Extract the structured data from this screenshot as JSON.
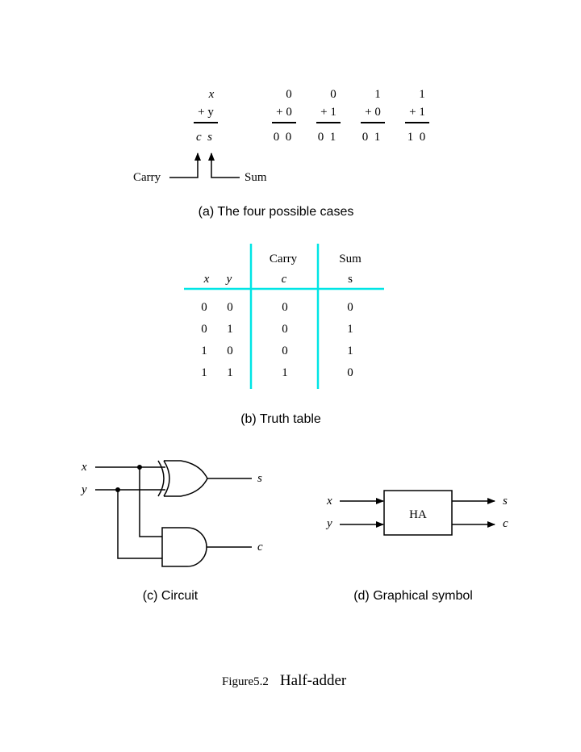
{
  "cases": {
    "x_label": "x",
    "y_label": "+ y",
    "cs_label": "c  s",
    "columns": [
      {
        "top": "0",
        "bottom": "+ 0",
        "result": "0  0"
      },
      {
        "top": "0",
        "bottom": "+ 1",
        "result": "0  1"
      },
      {
        "top": "1",
        "bottom": "+ 0",
        "result": "0  1"
      },
      {
        "top": "1",
        "bottom": "+ 1",
        "result": "1  0"
      }
    ],
    "carry_label": "Carry",
    "sum_label": "Sum",
    "caption": "(a) The four possible cases"
  },
  "truth_table": {
    "header_carry": "Carry",
    "header_sum": "Sum",
    "col_x": "x",
    "col_y": "y",
    "col_c": "c",
    "col_s": "s",
    "rows": [
      [
        "0",
        "0",
        "0",
        "0"
      ],
      [
        "0",
        "1",
        "0",
        "1"
      ],
      [
        "1",
        "0",
        "0",
        "1"
      ],
      [
        "1",
        "1",
        "1",
        "0"
      ]
    ],
    "line_color": "#00e5e5",
    "caption": "(b) Truth table"
  },
  "circuit": {
    "in_x": "x",
    "in_y": "y",
    "out_s": "s",
    "out_c": "c",
    "caption": "(c) Circuit"
  },
  "symbol": {
    "in_x": "x",
    "in_y": "y",
    "out_s": "s",
    "out_c": "c",
    "block": "HA",
    "caption": "(d) Graphical symbol"
  },
  "figure": {
    "number": "Figure5.2",
    "title": "Half-adder"
  }
}
